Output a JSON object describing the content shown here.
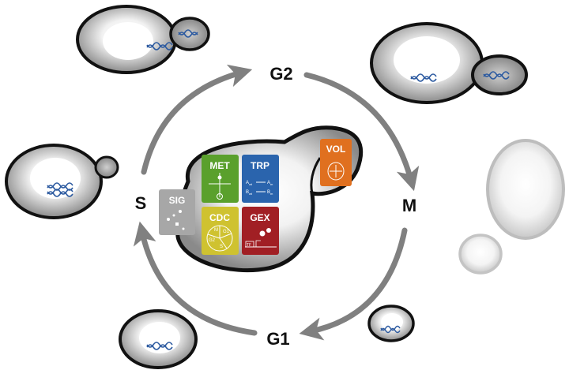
{
  "phases": {
    "g2": "G2",
    "m": "M",
    "g1": "G1",
    "s": "S"
  },
  "modules": {
    "met": {
      "label": "MET",
      "color": "#5aa02c"
    },
    "trp": {
      "label": "TRP",
      "color": "#2a64ad",
      "rows": [
        {
          "left": "A",
          "left_sub": "wt",
          "right": "A",
          "right_sub": "m"
        },
        {
          "left": "B",
          "left_sub": "wt",
          "right": "B",
          "right_sub": "m"
        }
      ]
    },
    "vol": {
      "label": "VOL",
      "color": "#e0701f"
    },
    "sig": {
      "label": "SIG",
      "color": "#a7a7a7"
    },
    "cdc": {
      "label": "CDC",
      "color": "#cfc230",
      "slices": [
        "M",
        "G1",
        "G2",
        "S"
      ]
    },
    "gex": {
      "label": "GEX",
      "color": "#a11f24",
      "tf": "TF"
    }
  },
  "colors": {
    "arrow": "#808080",
    "cell_outline": "#111111",
    "dna": "#2c5aa0"
  }
}
